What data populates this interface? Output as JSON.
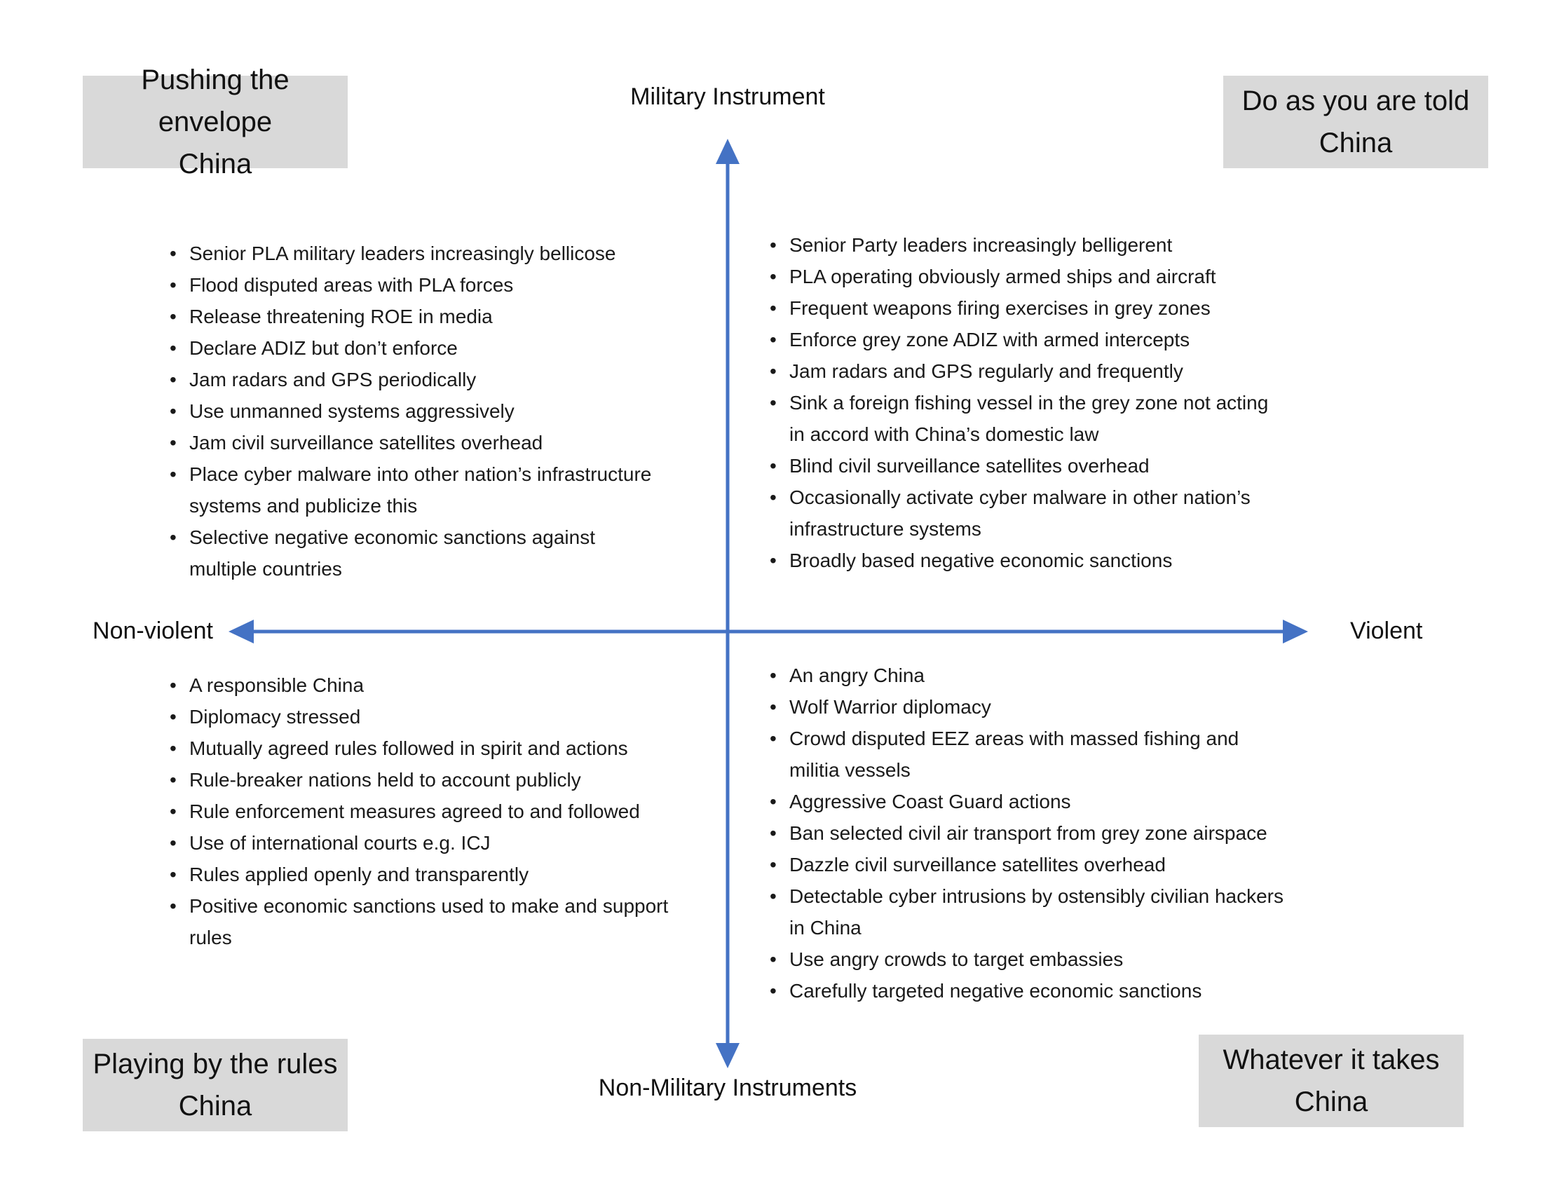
{
  "colors": {
    "axis_blue": "#4472C4",
    "corner_bg": "#D9D9D9",
    "text": "#1A1A1A"
  },
  "axes": {
    "top": "Military Instrument",
    "bottom": "Non-Military Instruments",
    "left": "Non-violent",
    "right": "Violent"
  },
  "corners": {
    "top_left": {
      "line1": "Pushing the envelope",
      "line2": "China"
    },
    "top_right": {
      "line1": "Do as you are told",
      "line2": "China"
    },
    "bottom_left": {
      "line1": "Playing by the rules",
      "line2": "China"
    },
    "bottom_right": {
      "line1": "Whatever it takes",
      "line2": "China"
    }
  },
  "quadrants": {
    "top_left": {
      "items": [
        "Senior PLA military leaders increasingly bellicose",
        "Flood disputed areas with PLA forces",
        "Release threatening ROE in media",
        "Declare ADIZ but don’t enforce",
        "Jam radars and GPS periodically",
        "Use unmanned systems aggressively",
        "Jam civil surveillance satellites overhead",
        "Place cyber malware into other nation’s infrastructure systems and publicize this",
        "Selective negative economic sanctions against multiple countries"
      ]
    },
    "top_right": {
      "items": [
        "Senior Party leaders increasingly belligerent",
        "PLA operating obviously armed ships and aircraft",
        "Frequent weapons firing exercises in grey zones",
        "Enforce grey zone ADIZ with armed intercepts",
        "Jam radars and GPS regularly and frequently",
        "Sink a foreign fishing vessel in the grey zone not acting in accord with China’s domestic law",
        "Blind civil surveillance satellites overhead",
        "Occasionally activate cyber malware in other nation’s infrastructure systems",
        "Broadly based negative economic sanctions"
      ]
    },
    "bottom_left": {
      "items": [
        "A responsible  China",
        "Diplomacy stressed",
        "Mutually agreed rules followed in spirit and actions",
        "Rule-breaker nations held to account publicly",
        "Rule enforcement measures agreed to and followed",
        "Use of international courts e.g. ICJ",
        "Rules applied openly and transparently",
        "Positive economic sanctions used to make and support rules"
      ]
    },
    "bottom_right": {
      "items": [
        "An angry China",
        "Wolf Warrior diplomacy",
        "Crowd disputed EEZ areas with massed fishing and militia vessels",
        "Aggressive Coast Guard actions",
        "Ban selected civil air transport from grey zone airspace",
        "Dazzle civil surveillance satellites overhead",
        "Detectable cyber intrusions by ostensibly civilian hackers in China",
        "Use angry crowds to target embassies",
        "Carefully targeted negative economic sanctions"
      ]
    }
  }
}
